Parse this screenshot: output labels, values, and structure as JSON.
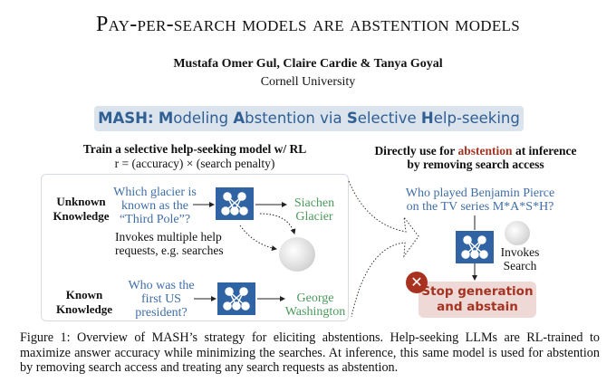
{
  "title": "Pay-per-search models are abstention models",
  "authors": "Mustafa Omer Gul, Claire Cardie & Tanya Goyal",
  "affiliation": "Cornell University",
  "banner": {
    "prefix": "MASH:",
    "w1b": "M",
    "w1": "odeling ",
    "w2b": "A",
    "w2": "bstention via ",
    "w3b": "S",
    "w3": "elective ",
    "w4b": "H",
    "w4": "elp-seeking"
  },
  "left": {
    "heading": "Train a selective help-seeking model w/ RL",
    "formula": "r = (accuracy) × (search penalty)",
    "unknown_label": "Unknown Knowledge",
    "unknown_question": "Which glacier is known as the “Third Pole”?",
    "unknown_answer": "Siachen Glacier",
    "invokes_note": "Invokes multiple help requests, e.g. searches",
    "known_label": "Known Knowledge",
    "known_question": "Who was the first US president?",
    "known_answer": "George Washington"
  },
  "right": {
    "heading_pre": "Directly use for ",
    "heading_red": "abstention",
    "heading_post": " at inference",
    "heading_line2": "by removing search access",
    "question": "Who played Benjamin Pierce on the TV series M*A*S*H?",
    "invokes": "Invokes Search",
    "stop": "Stop generation and abstain",
    "x_symbol": "✕"
  },
  "caption": "Figure 1: Overview of MASH’s strategy for eliciting abstentions. Help-seeking LLMs are RL-trained to maximize answer accuracy while minimizing the searches. At inference, this same model is used for abstention by removing search access and treating any search requests as abstention.",
  "colors": {
    "blue": "#2f63a3",
    "green": "#4a9a5a",
    "red": "#a43322"
  }
}
